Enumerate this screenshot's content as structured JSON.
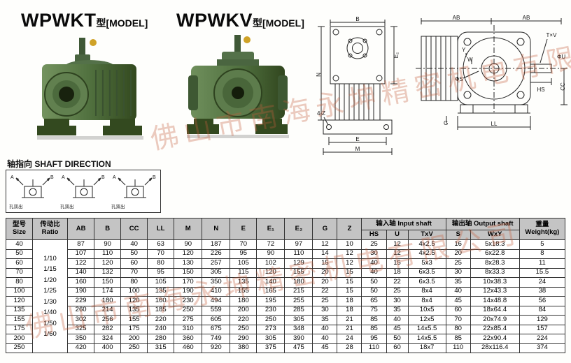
{
  "page": {
    "watermark": "佛山市南海永坤精密机电有限公司"
  },
  "titles": {
    "model1_name": "WPWKT",
    "model1_suffix": "型[MODEL]",
    "model2_name": "WPWKV",
    "model2_suffix": "型[MODEL]"
  },
  "shaft_direction": {
    "label": "轴指向 SHAFT DIRECTION",
    "label_a": "A",
    "label_b": "B",
    "note": "孔双出"
  },
  "drawings": {
    "front": {
      "b": "B",
      "n": "N",
      "e2": "E₂",
      "holes": "4-Z",
      "e": "E",
      "m": "M"
    },
    "side": {
      "ab1": "AB",
      "ab2": "AB",
      "txv": "T×V",
      "u": "ΦU",
      "hs": "HS",
      "cc": "CC",
      "y": "Y",
      "w": "W",
      "s": "ΦS",
      "g": "G",
      "ll": "LL"
    }
  },
  "table": {
    "headers": {
      "size": "型号\nSize",
      "ratio": "传动比\nRatio",
      "dims": [
        "AB",
        "B",
        "CC",
        "LL",
        "M",
        "N",
        "E",
        "E₁",
        "E₂",
        "G",
        "Z"
      ],
      "input_shaft": "输入轴 Input shaft",
      "input_cols": [
        "HS",
        "U",
        "TxV"
      ],
      "output_shaft": "输出轴 Output shaft",
      "output_cols": [
        "S",
        "WxY"
      ],
      "weight": "重量\nWeight(kg)"
    },
    "ratios": [
      "1/10",
      "1/15",
      "1/20",
      "1/25",
      "1/30",
      "1/40",
      "1/50",
      "1/60"
    ],
    "rows": [
      {
        "size": "40",
        "cells": [
          "87",
          "90",
          "40",
          "63",
          "90",
          "187",
          "70",
          "72",
          "97",
          "12",
          "10",
          "25",
          "12",
          "4x2.5",
          "16",
          "5x18.3",
          "5"
        ]
      },
      {
        "size": "50",
        "cells": [
          "107",
          "110",
          "50",
          "70",
          "120",
          "226",
          "95",
          "90",
          "110",
          "14",
          "12",
          "30",
          "12",
          "4x2.5",
          "20",
          "6x22.8",
          "8"
        ]
      },
      {
        "size": "60",
        "cells": [
          "122",
          "120",
          "60",
          "80",
          "130",
          "257",
          "105",
          "102",
          "129",
          "15",
          "12",
          "40",
          "15",
          "5x3",
          "25",
          "8x28.3",
          "11"
        ]
      },
      {
        "size": "70",
        "cells": [
          "140",
          "132",
          "70",
          "95",
          "150",
          "305",
          "115",
          "120",
          "155",
          "20",
          "15",
          "40",
          "18",
          "6x3.5",
          "30",
          "8x33.3",
          "15.5"
        ]
      },
      {
        "size": "80",
        "cells": [
          "160",
          "150",
          "80",
          "105",
          "170",
          "350",
          "135",
          "140",
          "180",
          "20",
          "15",
          "50",
          "22",
          "6x3.5",
          "35",
          "10x38.3",
          "24"
        ]
      },
      {
        "size": "100",
        "cells": [
          "190",
          "174",
          "100",
          "135",
          "190",
          "410",
          "155",
          "165",
          "215",
          "22",
          "15",
          "50",
          "25",
          "8x4",
          "40",
          "12x43.3",
          "38"
        ]
      },
      {
        "size": "120",
        "cells": [
          "229",
          "180",
          "120",
          "160",
          "230",
          "494",
          "180",
          "195",
          "255",
          "25",
          "18",
          "65",
          "30",
          "8x4",
          "45",
          "14x48.8",
          "56"
        ]
      },
      {
        "size": "135",
        "cells": [
          "260",
          "214",
          "135",
          "185",
          "250",
          "559",
          "200",
          "230",
          "285",
          "30",
          "18",
          "75",
          "35",
          "10x5",
          "60",
          "18x64.4",
          "84"
        ]
      },
      {
        "size": "155",
        "cells": [
          "302",
          "256",
          "155",
          "220",
          "275",
          "605",
          "220",
          "250",
          "305",
          "35",
          "21",
          "85",
          "40",
          "12x5",
          "70",
          "20x74.9",
          "129"
        ]
      },
      {
        "size": "175",
        "cells": [
          "325",
          "282",
          "175",
          "240",
          "310",
          "675",
          "250",
          "273",
          "348",
          "40",
          "21",
          "85",
          "45",
          "14x5.5",
          "80",
          "22x85.4",
          "157"
        ]
      },
      {
        "size": "200",
        "cells": [
          "350",
          "324",
          "200",
          "280",
          "360",
          "749",
          "290",
          "305",
          "390",
          "40",
          "24",
          "95",
          "50",
          "14x5.5",
          "85",
          "22x90.4",
          "224"
        ]
      },
      {
        "size": "250",
        "cells": [
          "420",
          "400",
          "250",
          "315",
          "460",
          "920",
          "380",
          "375",
          "475",
          "45",
          "28",
          "110",
          "60",
          "18x7",
          "110",
          "28x116.4",
          "374"
        ]
      }
    ]
  }
}
